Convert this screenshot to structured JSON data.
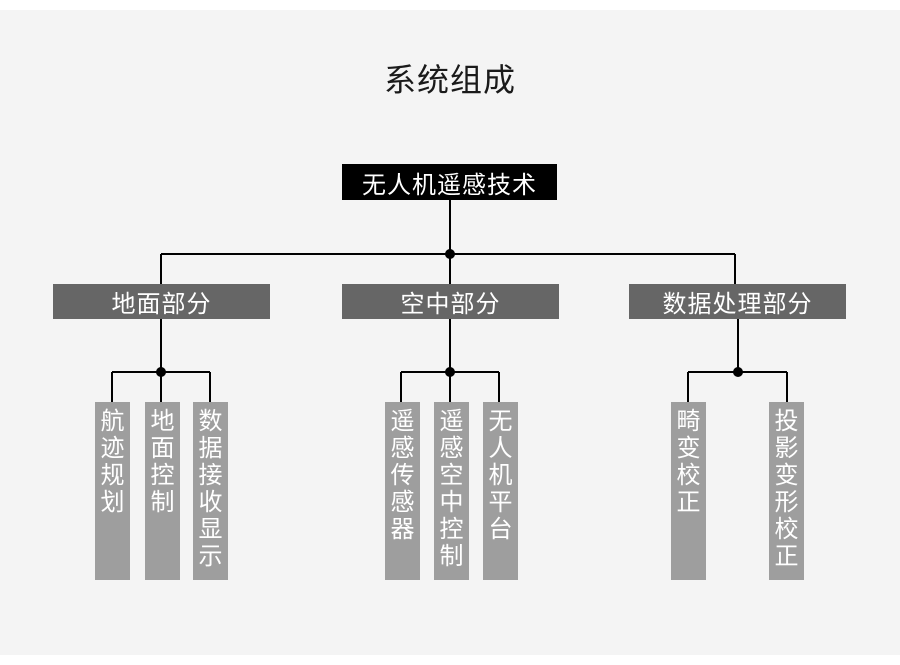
{
  "title": "系统组成",
  "root": {
    "label": "无人机遥感技术"
  },
  "sections": [
    {
      "label": "地面部分",
      "leaves": [
        "航迹规划",
        "地面控制",
        "数据接收显示"
      ]
    },
    {
      "label": "空中部分",
      "leaves": [
        "遥感传感器",
        "遥感空中控制",
        "无人机平台"
      ]
    },
    {
      "label": "数据处理部分",
      "leaves": [
        "畸变校正",
        "投影变形校正"
      ]
    }
  ],
  "colors": {
    "root_box": "#000000",
    "section_box": "#666666",
    "leaf_box": "#9e9e9e",
    "connector": "#000000",
    "background": "#f4f4f4"
  }
}
